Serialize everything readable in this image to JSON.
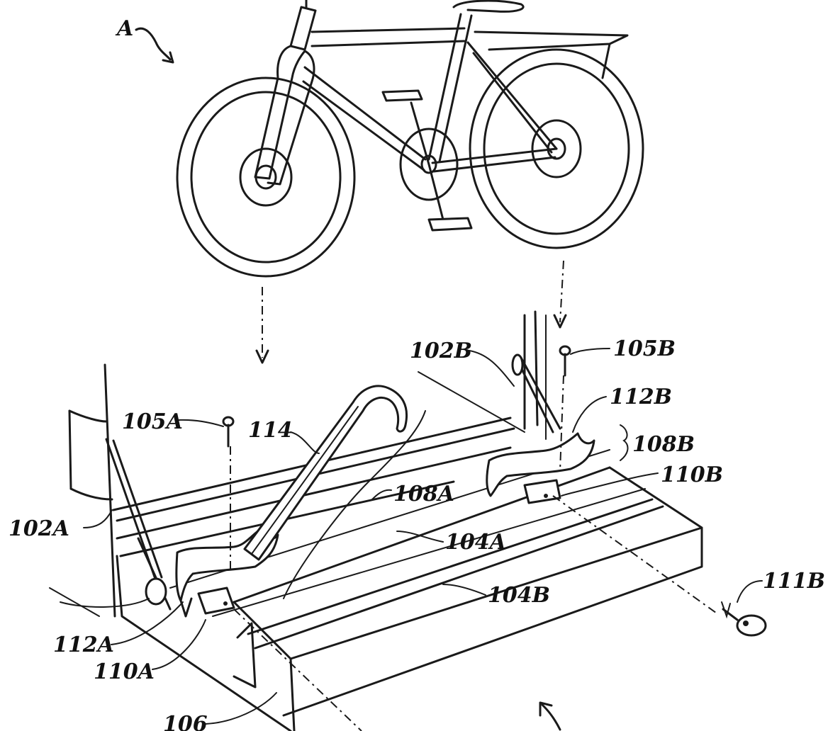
{
  "figure": {
    "labels": {
      "A": "A",
      "l102A": "102A",
      "l102B": "102B",
      "l104A": "104A",
      "l104B": "104B",
      "l105A": "105A",
      "l105B": "105B",
      "l106": "106",
      "l108A": "108A",
      "l108B": "108B",
      "l110A": "110A",
      "l110B": "110B",
      "l111B": "111B",
      "l112A": "112A",
      "l112B": "112B",
      "l114": "114"
    }
  }
}
